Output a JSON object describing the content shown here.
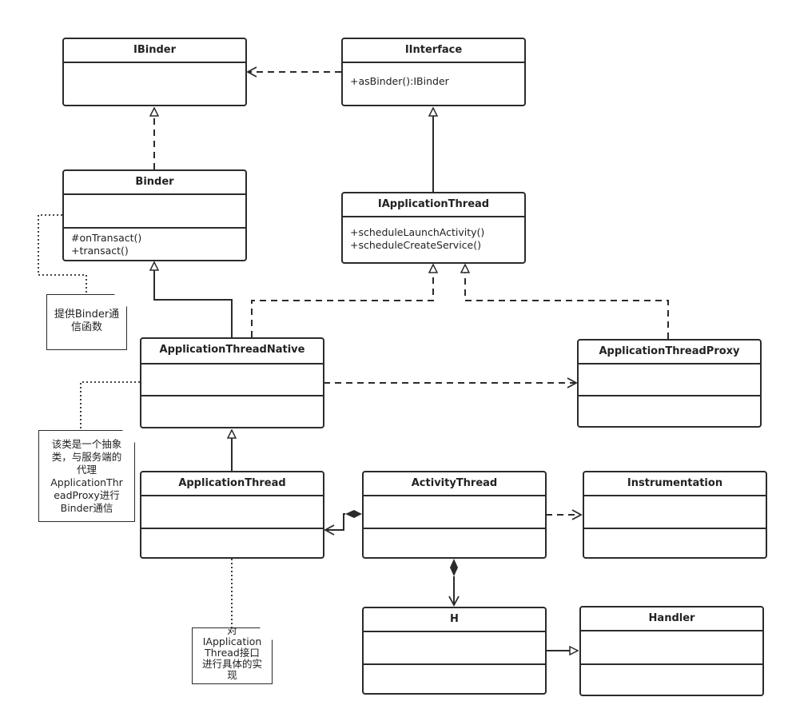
{
  "classes": {
    "ibinder": {
      "name": "IBinder",
      "members": []
    },
    "iinterface": {
      "name": "IInterface",
      "members": [
        "+asBinder():IBinder"
      ]
    },
    "binder": {
      "name": "Binder",
      "members": [
        "#onTransact()",
        "+transact()"
      ]
    },
    "iapplicationthread": {
      "name": "IApplicationThread",
      "members": [
        "+scheduleLaunchActivity()",
        "+scheduleCreateService()"
      ]
    },
    "applicationthreadnative": {
      "name": "ApplicationThreadNative",
      "members": []
    },
    "applicationthreadproxy": {
      "name": "ApplicationThreadProxy",
      "members": []
    },
    "applicationthread": {
      "name": "ApplicationThread",
      "members": []
    },
    "activitythread": {
      "name": "ActivityThread",
      "members": []
    },
    "instrumentation": {
      "name": "Instrumentation",
      "members": []
    },
    "h": {
      "name": "H",
      "members": []
    },
    "handler": {
      "name": "Handler",
      "members": []
    }
  },
  "notes": {
    "binder_note": [
      "提供Binder通",
      "信函数"
    ],
    "native_note": [
      "该类是一个抽象",
      "类，与服务端的",
      "代理",
      "ApplicationThr",
      "eadProxy进行",
      "Binder通信"
    ],
    "appthread_note": [
      "对",
      "IApplication",
      "Thread接口",
      "进行具体的实",
      "现"
    ]
  }
}
